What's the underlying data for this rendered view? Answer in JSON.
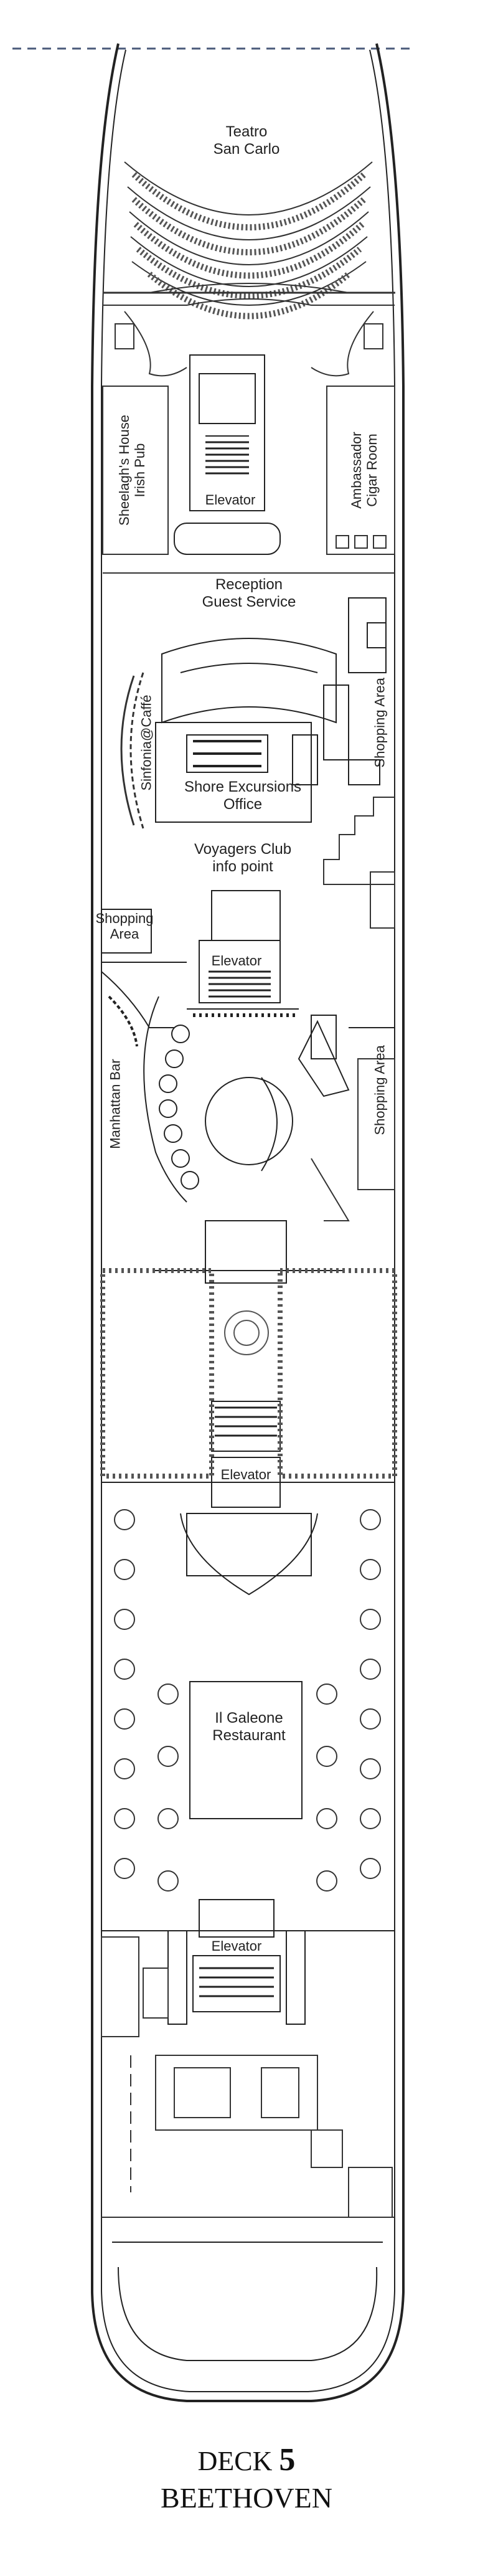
{
  "deck": {
    "label": "DECK",
    "number": "5",
    "name": "BEETHOVEN"
  },
  "venues": {
    "teatro_1": "Teatro",
    "teatro_2": "San Carlo",
    "sheelagh_1": "Sheelagh's House",
    "sheelagh_2": "Irish Pub",
    "ambassador_1": "Ambassador",
    "ambassador_2": "Cigar Room",
    "elevator_1": "Elevator",
    "reception_1": "Reception",
    "reception_2": "Guest Service",
    "sinfonia": "Sinfonia@Caffé",
    "shopping_1": "Shopping Area",
    "shore_1": "Shore Excursions",
    "shore_2": "Office",
    "voyagers_1": "Voyagers Club",
    "voyagers_2": "info point",
    "shopping_left_1": "Shopping",
    "shopping_left_2": "Area",
    "elevator_2": "Elevator",
    "manhattan": "Manhattan Bar",
    "shopping_2": "Shopping Area",
    "elevator_3": "Elevator",
    "galeone_1": "Il Galeone",
    "galeone_2": "Restaurant",
    "elevator_4": "Elevator"
  },
  "colors": {
    "line": "#2b2b2b",
    "dash": "#4a5a7a",
    "fill": "#ffffff"
  }
}
